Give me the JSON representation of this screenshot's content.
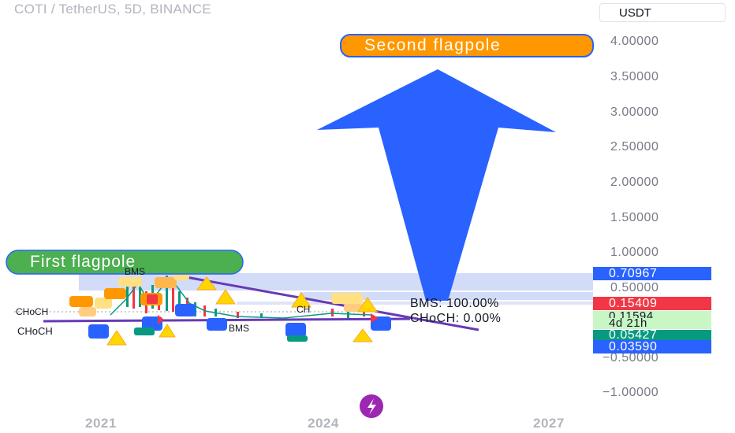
{
  "header": {
    "title": "COTI / TetherUS, 5D, BINANCE",
    "currency": "USDT"
  },
  "price_axis": {
    "ticks": [
      "4.00000",
      "3.50000",
      "3.00000",
      "2.50000",
      "2.00000",
      "1.50000",
      "1.00000",
      "0.50000",
      "−0.50000",
      "−1.00000"
    ]
  },
  "badges": [
    {
      "label": "0.70967",
      "color": "#2962ff"
    },
    {
      "label": "0.15409",
      "color": "#f23645"
    },
    {
      "label": "0.11594",
      "color": "#c8f7c5"
    },
    {
      "label": "4d 21h",
      "color": "#c8f7c5"
    },
    {
      "label": "0.05427",
      "color": "#089981"
    },
    {
      "label": "0.03590",
      "color": "#2962ff"
    }
  ],
  "time_axis": {
    "labels": [
      "2021",
      "2024",
      "2027"
    ]
  },
  "annotations": {
    "second_flagpole": "Second flagpole",
    "first_flagpole": "First flagpole",
    "bms_pct": "BMS: 100.00%",
    "choch_pct": "CHoCH: 0.00%",
    "bms_small": "BMS",
    "choch_small": "CHoCH",
    "choch_mid": "CHoCH",
    "bms_mid": "BMS",
    "ch_small": "CH"
  },
  "colors": {
    "arrow": "#2962ff",
    "orange": "#ff9800",
    "green": "#4caf50",
    "purple": "#673ab7"
  }
}
